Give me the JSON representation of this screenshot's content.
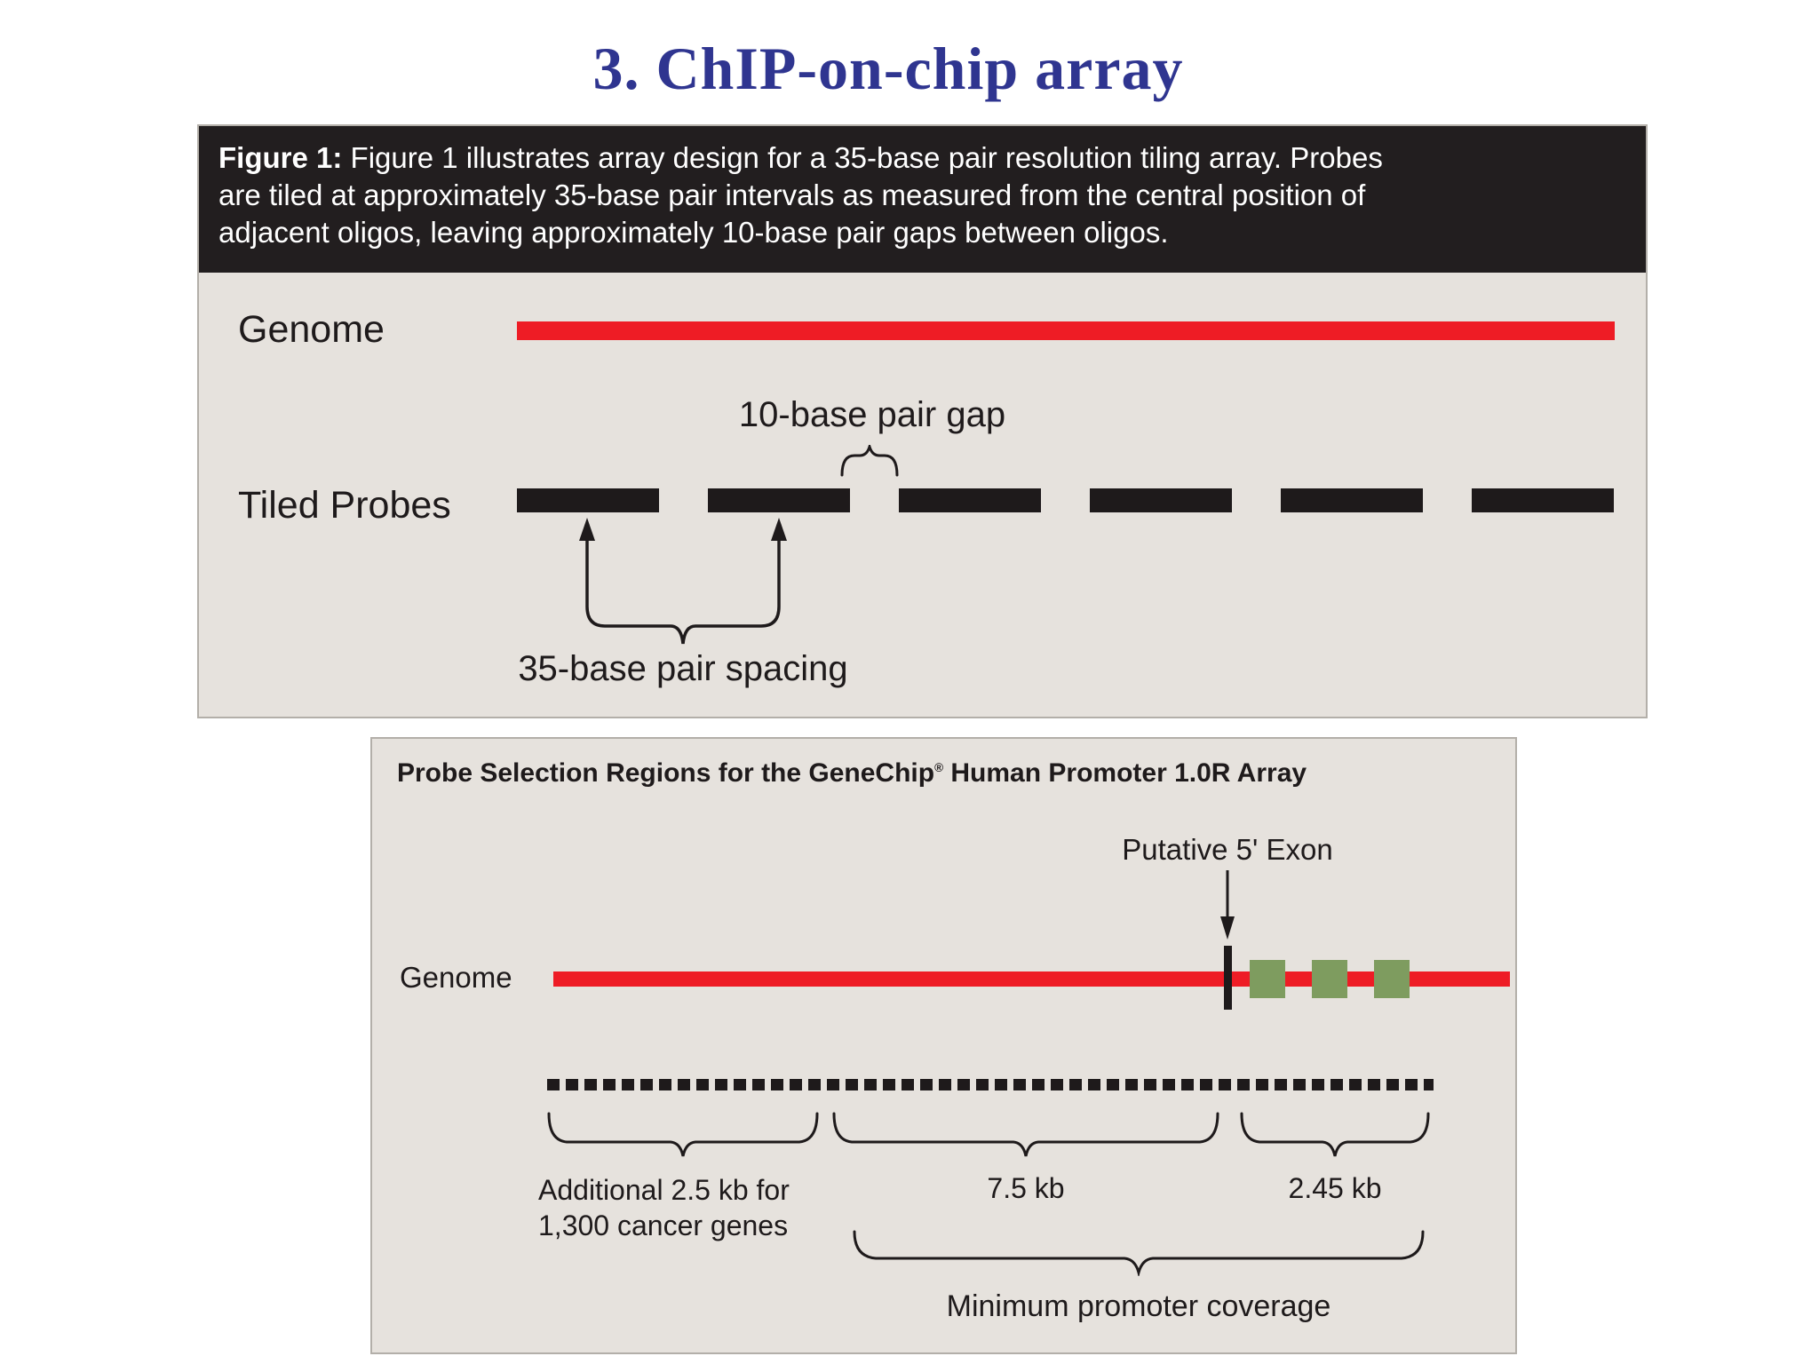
{
  "title": {
    "text": "3. ChIP-on-chip array"
  },
  "colors": {
    "page-bg": "#FFFFFF",
    "title-blue": "#2F3590",
    "header-bg": "#221E1F",
    "header-text": "#FFFFFF",
    "panel-bg": "#E6E2DD",
    "panel-border": "#B3AFA9",
    "ink": "#1E1A1B",
    "genome-red": "#EE1C25",
    "exon-green": "#7E9C5F"
  },
  "figure1": {
    "caption_label": "Figure 1:",
    "caption_line1": "Figure 1 illustrates array design for a 35-base pair resolution tiling array. Probes",
    "caption_line2": "are tiled at approximately 35-base pair intervals as measured from the central position of",
    "caption_line3": "adjacent oligos, leaving approximately 10-base pair gaps between oligos.",
    "genome_label": "Genome",
    "tiled_probes_label": "Tiled Probes",
    "gap_label": "10-base pair gap",
    "spacing_label": "35-base pair spacing",
    "probe_count": 6
  },
  "figure2": {
    "title_prefix": "Probe Selection Regions for the GeneChip",
    "title_reg_mark": "®",
    "title_suffix": " Human Promoter 1.0R Array",
    "putative_exon_label": "Putative 5' Exon",
    "genome_label": "Genome",
    "additional_label_line1": "Additional 2.5 kb for",
    "additional_label_line2": "1,300 cancer genes",
    "mid_span_label": "7.5 kb",
    "right_span_label": "2.45 kb",
    "coverage_label": "Minimum promoter coverage",
    "exon_count": 3
  }
}
